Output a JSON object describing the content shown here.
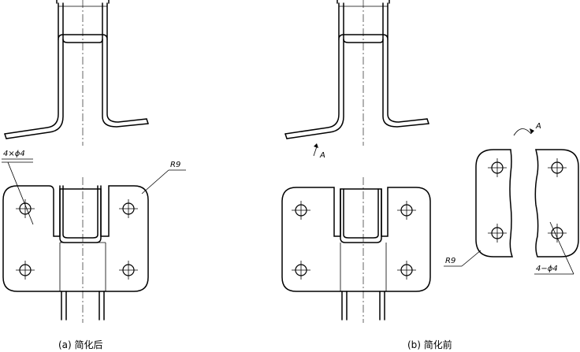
{
  "figure_a": {
    "hole_callout": "4×ϕ4",
    "radius_callout": "R9",
    "caption": "(a) 简化后"
  },
  "figure_b": {
    "view_arrow_top": "A",
    "view_arrow_left": "A",
    "radius_callout": "R9",
    "hole_callout": "4−ϕ4",
    "caption": "(b) 简化前"
  }
}
